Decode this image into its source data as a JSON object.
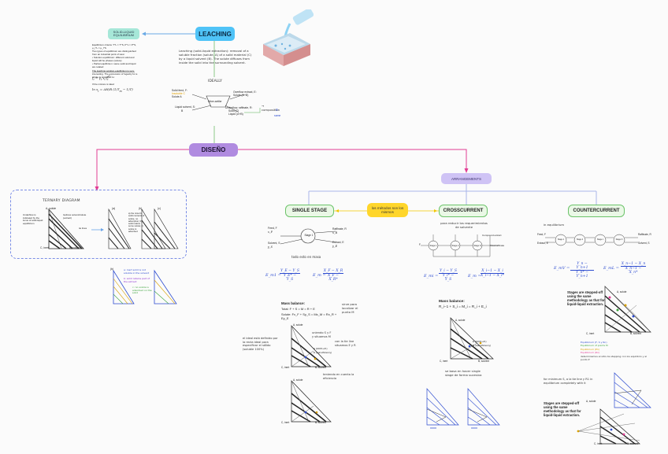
{
  "nodes": {
    "leaching": "LEACHING",
    "solid_liquid": "SOLID-LIQUID EQUILIBRIUM",
    "diseno": "DISEÑO",
    "arrangements": "ARRANGEMENTS",
    "single_stage": "SINGLE STAGE",
    "crosscurrent": "CROSSCURRENT",
    "countercurrent": "COUNTERCURRENT",
    "same_methods": "los métodos son los mismos"
  },
  "leaching_text": "Leaching (solid-liquid extraction): removal of a soluble fraction (solute, A) of a solid material (C) by a liquid solvent (B). The solute diffuses from inside the solid into the surrounding solvent.",
  "ideal_label": "IDEALLY",
  "ideal_diagram": {
    "feed": "Solid feed, F:",
    "feed_sub1": "Insoluble C",
    "feed_sub2": "Solute A",
    "mixer": "Mixer-settler",
    "overflow": "Overflow extract, E:",
    "overflow_sub": "Solute (A+B)",
    "solvent": "Liquid solvent, S:",
    "solvent_sub": "B",
    "underflow": "Underflow, raffinate, R:",
    "underflow_sub1": "Solid (C)",
    "underflow_sub2": "Liquid (A+B)",
    "composition": "→ composition",
    "equal": "≡",
    "same": "same"
  },
  "equilibrium_text": [
    "Equilibrium criteria: T^L = T^S, P^L = P^S, μ_i^L = μ_i^S",
    "Two types of equilibrium are distinguished from an industrial point of view:",
    "• Solution equilibrium: different solid and liquid will be phases (solute)",
    "• Partial equilibrium: same solid and liquid are related",
    "The leaching solution equilibrium is very interesting. The expression of fugacity for a solute is simplified to:",
    "If the mixture is ideal:"
  ],
  "ternary": {
    "title": "TERNARY DIAGRAM",
    "a_solute": "A, solute",
    "b_solvent": "B, solvent",
    "c_inert": "C, inert",
    "note1": "Underflow is indicated by the locus of solid-liquid equilibrium",
    "note2": "Isolines solvent/solute (extract)",
    "note3": "tie lines",
    "panel_a": "(a)",
    "panel_b": "(b)",
    "panel_c": "(c)",
    "panel_b_note": "a) the mixer's solid contents of solute, no adsorption; b) solid retains some solute; c) solute is adsorbed",
    "color_notes": [
      "a: inert solid is not soluble in the solvent",
      "b: solid retains part of the extract",
      "c: no solute is adsorbed on the solid"
    ],
    "mini_tag": "(b)"
  },
  "single_stage": {
    "feed": "Feed, F",
    "feed_sub": "x_F",
    "solvent": "Solvent, S",
    "solvent_sub": "y_S",
    "stage": "Stage 1",
    "raffinate": "Raffinate, R",
    "raffinate_sub": "x_R",
    "extract": "Extract, E",
    "extract_sub": "y_E",
    "comment1": "todo esto en masa",
    "ern": "E_m1 =",
    "ern_frac_top": "Y_E − Y_S",
    "ern_frac_bot": "Y_E* − Y_S",
    "em": "E_m =",
    "em_frac_top": "X_F − X_R",
    "em_frac_bot": "X_F − X_R*",
    "mass_title": "Mass balance:",
    "mass1": "Total: F + S = M = R + E",
    "mass2": "Solute: Fx_F + Sy_S = Mx_M = Rx_R + Ey_E",
    "sirve": "sirve para localizar el punto M",
    "uniendo": "uniendo S y F y situamos M",
    "con_tie": "con la tie line situamos E y R",
    "note_dist": "el ideal está definido por la recta ideal para especificar el sólido (soluble 100%)",
    "tendiendo": "teniendo en cuenta la eficiencia",
    "tri_a": "A, solute",
    "tri_b": "B, solvent",
    "tri_c": "C, inert",
    "tri_e_ideal": "E (100% eff.)",
    "tri_e_real": "E (real efficiency)",
    "tri_m": "M",
    "tri_f": "F"
  },
  "crosscurrent": {
    "reduce": "para reducir los requerimientos de solvente",
    "compound_extract": "Compound extract",
    "final_raffinate": "Final raffinate",
    "stage1": "Stage 1",
    "stage2": "Stage 2",
    "stageN": "Stage N",
    "feed": "F",
    "ern": "E_mi =",
    "ern_frac_top": "Y_i − Y_S",
    "ern_frac_bot": "Y_i* − Y_S",
    "em": "E_m =",
    "em_frac_top": "X_i−1 − X_i",
    "em_frac_bot": "X_i−1 − X_i*",
    "mass_title": "Mass balance:",
    "mass1": "R_i−1 + S_i = M_i = R_i + E_i",
    "tri_a": "A, solute",
    "tri_b": "B, solvent",
    "tri_c": "C, inert",
    "tri_e_ideal": "E (100% eff.)",
    "tri_e_real": "E (real efficiency)",
    "basa": "se basa en hacer single stage de forma sucesiva"
  },
  "countercurrent": {
    "in_eq": "in equilibrium",
    "feed": "Feed, F",
    "extract": "Extract, E",
    "raffinate": "Raffinate, R",
    "solvent": "Solvent, S",
    "stage1": "Stage 1",
    "stage2": "Stage 2",
    "stagen": "Stage n",
    "stageN": "Stage N",
    "ern": "E_mV =",
    "ern_frac_top": "Y_n − Y_n+1",
    "ern_frac_bot": "Y_n* − Y_n+1",
    "em": "E_mL =",
    "em_frac_top": "X_n−1 − X_n",
    "em_frac_bot": "X_n−1 − X_n*",
    "stepped1": "Stages are stepped-off using the same methodology as that for liquid-liquid extraction.",
    "stepped2": "Stages are stepped-off using the same methodology as that for liquid-liquid extraction.",
    "minimum": "for minimum S, a la tie line y R1 in equilibrium completely with it",
    "tri_a": "A, solute",
    "tri_b": "B, solvent",
    "tri_c": "C, inert",
    "legend": [
      "Equilibrium (F, S y Rn)",
      "Equilibrium of points M",
      "Equilibrium (E1)",
      "Equilibrium (Rn)",
      "determinamos el sitio de stepping con los equilibrio y el punto P"
    ]
  },
  "colors": {
    "cyan": "#4fc3f7",
    "teal_light": "#a6e7d8",
    "purple": "#b08be0",
    "lavender": "#cfc3f5",
    "green_border": "#6cc36a",
    "green_fill": "#eaf8e6",
    "yellow": "#ffd62b",
    "pink": "#e23c93",
    "dashed_blue": "#7a8de6"
  }
}
